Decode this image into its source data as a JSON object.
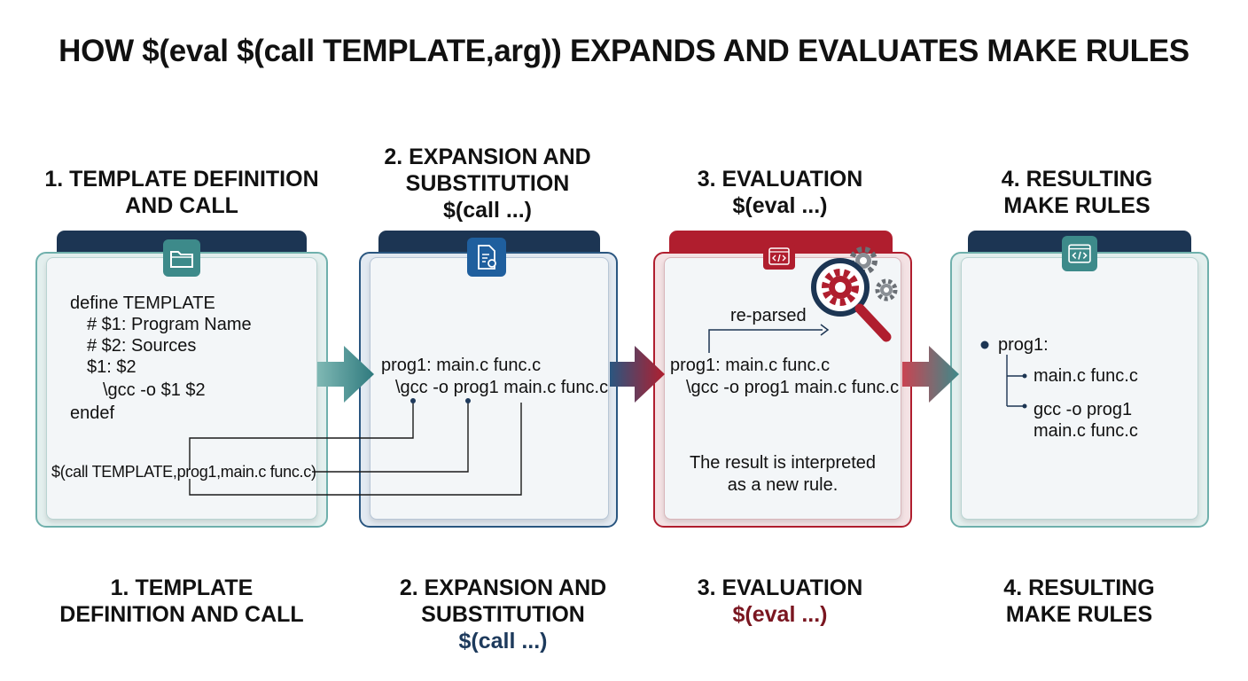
{
  "title": "HOW $(eval $(call TEMPLATE,arg)) EXPANDS AND EVALUATES MAKE RULES",
  "stages_top": [
    {
      "lines": [
        "1. TEMPLATE DEFINITION",
        "AND CALL"
      ],
      "accent": ""
    },
    {
      "lines": [
        "2. EXPANSION AND",
        "SUBSTITUTION"
      ],
      "accent": "$(call ...)"
    },
    {
      "lines": [
        "3. EVALUATION"
      ],
      "accent": "$(eval ...)"
    },
    {
      "lines": [
        "4. RESULTING",
        "MAKE RULES"
      ],
      "accent": ""
    }
  ],
  "stages_bottom": [
    {
      "lines": [
        "1. TEMPLATE",
        "DEFINITION AND CALL"
      ],
      "accent": ""
    },
    {
      "lines": [
        "2. EXPANSION AND",
        "SUBSTITUTION"
      ],
      "accent": "$(call ...)"
    },
    {
      "lines": [
        "3. EVALUATION"
      ],
      "accent": "$(eval ...)"
    },
    {
      "lines": [
        "4. RESULTING",
        "MAKE RULES"
      ],
      "accent": ""
    }
  ],
  "panel1": {
    "define": "define TEMPLATE",
    "comment1": "# $1: Program Name",
    "comment2": "# $2: Sources",
    "rule": "$1: $2",
    "recipe": "\\gcc -o $1 $2",
    "endef": "endef",
    "call": "$(call TEMPLATE,prog1,main.c func.c)"
  },
  "panel2": {
    "line1": "prog1: main.c func.c",
    "line2": "\\gcc -o prog1 main.c func.c"
  },
  "panel3": {
    "reparsed": "re-parsed",
    "line1": "prog1: main.c func.c",
    "line2": "\\gcc -o prog1 main.c func.c",
    "note1": "The result is interpreted",
    "note2": "as a new rule."
  },
  "panel4": {
    "target": "prog1:",
    "prereq": "main.c func.c",
    "recipe1": "gcc -o prog1",
    "recipe2": "main.c func.c"
  },
  "icons": {
    "panel1": "folder-icon",
    "panel2": "document-gear-icon",
    "panel3": "code-window-icon",
    "panel4": "code-window-icon",
    "magnifier": "magnifier-gears-icon"
  },
  "colors": {
    "teal": "#3d8a8a",
    "teal_light": "#7fb8b4",
    "navy": "#1c3553",
    "blue": "#1f5f9e",
    "red": "#b01e2e",
    "dark_red": "#7a1620"
  }
}
